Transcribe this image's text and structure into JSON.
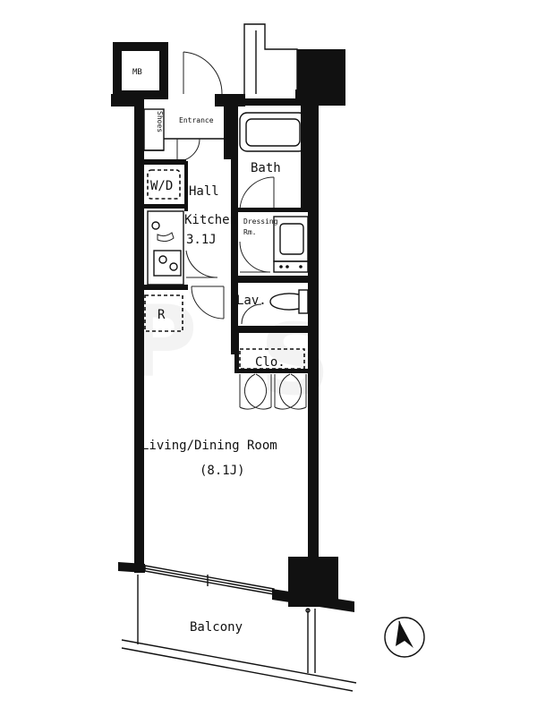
{
  "rooms": {
    "mb": "MB",
    "shoes": "Shoes",
    "entrance": "Entrance",
    "bath": "Bath",
    "wd": "W/D",
    "hall": "Hall",
    "kitchen": "Kitchen",
    "kitchen_size": "3.1J",
    "dressing": "Dressing",
    "dressing_unit": "Rm.",
    "refrigerator": "R",
    "lav": "Lav.",
    "closet": "Clo.",
    "living": "Living/Dining Room",
    "living_size": "(8.1J)",
    "balcony": "Balcony"
  },
  "compass": {
    "north": "N"
  }
}
